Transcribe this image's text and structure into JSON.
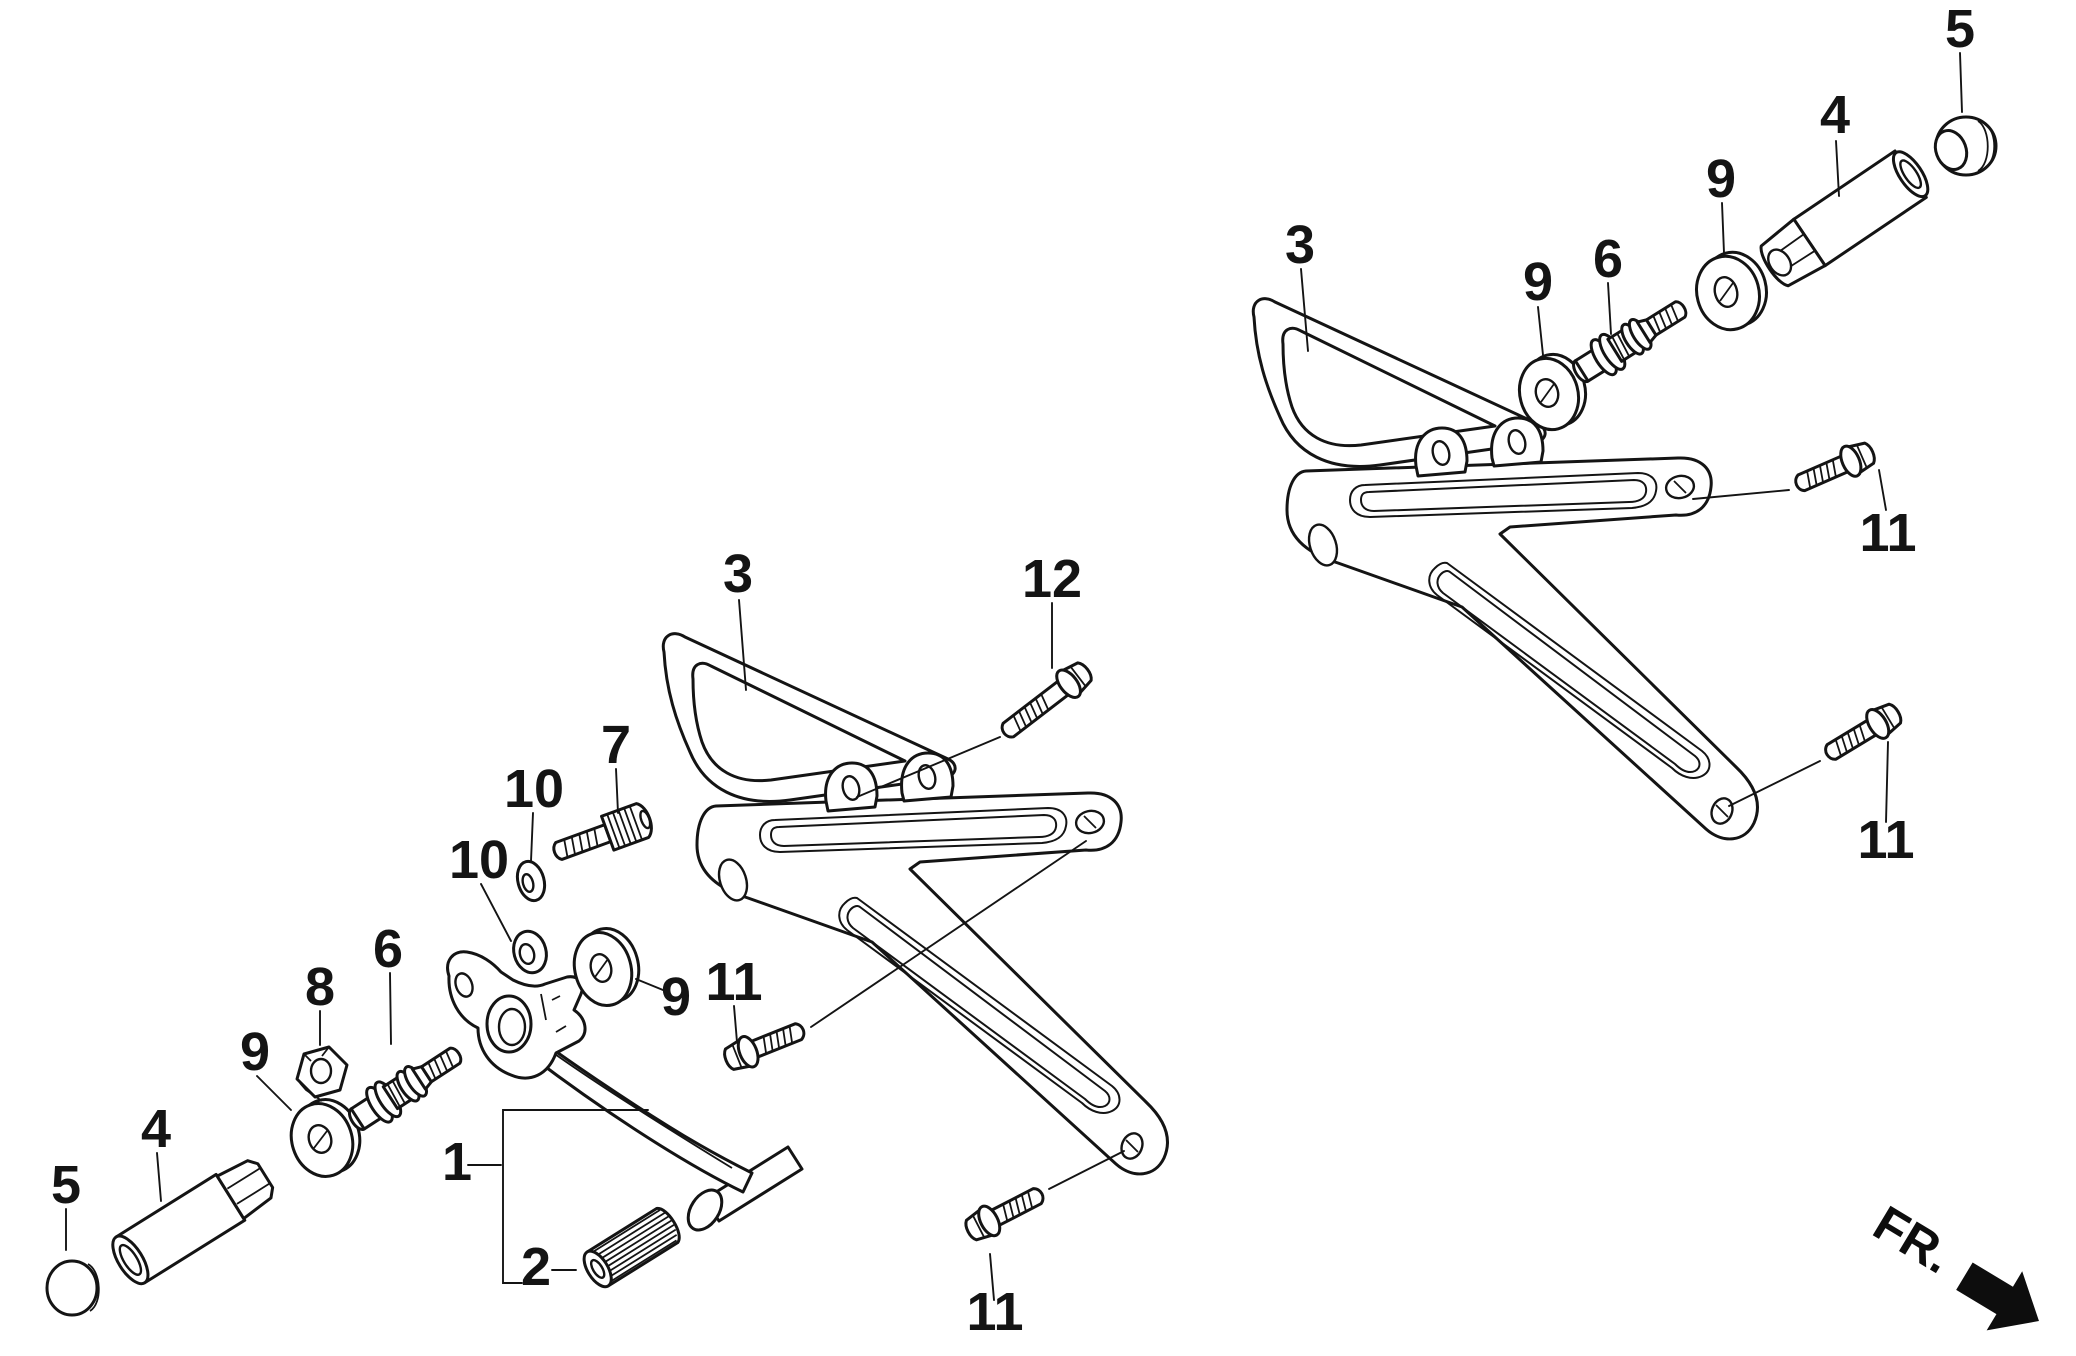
{
  "diagram": {
    "kind": "exploded-parts-diagram",
    "subject": "footrest / step bracket assembly",
    "background_color": "#ffffff",
    "line_color": "#141414",
    "direction_indicator": {
      "label": "FR."
    }
  },
  "callouts": [
    {
      "id": "5-right",
      "label": "5"
    },
    {
      "id": "4-right",
      "label": "4"
    },
    {
      "id": "9-right-upper",
      "label": "9"
    },
    {
      "id": "6-right",
      "label": "6"
    },
    {
      "id": "9-right-lower",
      "label": "9"
    },
    {
      "id": "3-right",
      "label": "3"
    },
    {
      "id": "11-right-upper",
      "label": "11"
    },
    {
      "id": "11-right-lower",
      "label": "11"
    },
    {
      "id": "3-center",
      "label": "3"
    },
    {
      "id": "12",
      "label": "12"
    },
    {
      "id": "7",
      "label": "7"
    },
    {
      "id": "10-upper",
      "label": "10"
    },
    {
      "id": "10-lower",
      "label": "10"
    },
    {
      "id": "6-left",
      "label": "6"
    },
    {
      "id": "8",
      "label": "8"
    },
    {
      "id": "9-left",
      "label": "9"
    },
    {
      "id": "4-left",
      "label": "4"
    },
    {
      "id": "5-left",
      "label": "5"
    },
    {
      "id": "9-center",
      "label": "9"
    },
    {
      "id": "11-center",
      "label": "11"
    },
    {
      "id": "11-bottom",
      "label": "11"
    },
    {
      "id": "1",
      "label": "1"
    },
    {
      "id": "2",
      "label": "2"
    }
  ]
}
